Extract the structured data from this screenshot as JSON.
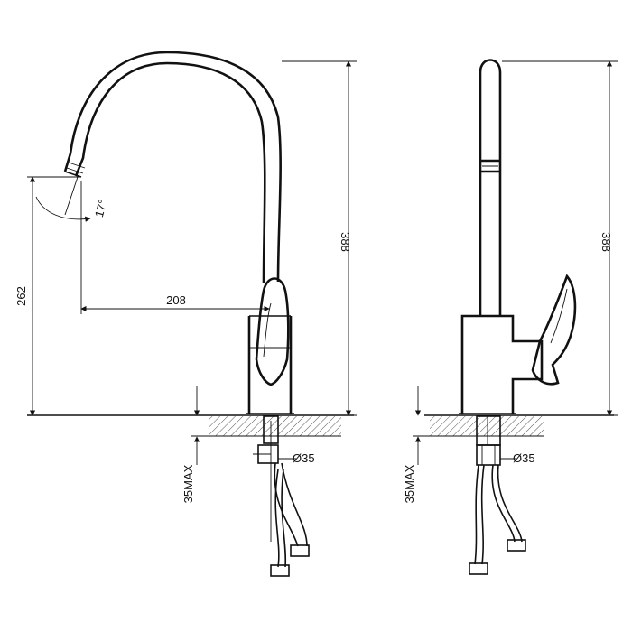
{
  "front_view": {
    "spout_angle": "17°",
    "reach": "208",
    "spout_height": "262",
    "total_height": "388",
    "hole_diameter": "Ø35",
    "max_thickness": "35MAX"
  },
  "side_view": {
    "total_height": "388",
    "hole_diameter": "Ø35",
    "max_thickness": "35MAX"
  },
  "colors": {
    "line": "#111111",
    "background": "#ffffff"
  }
}
